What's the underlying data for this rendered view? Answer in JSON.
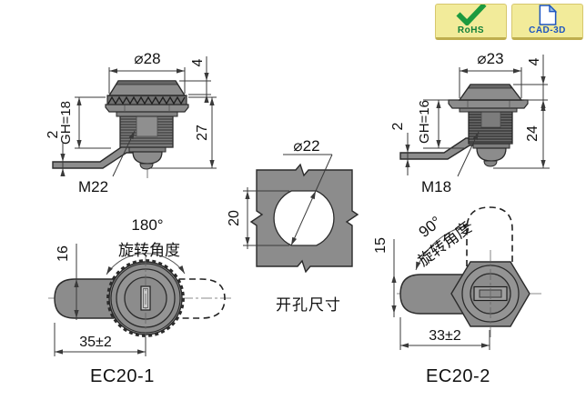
{
  "badges": {
    "rohs": {
      "label": "RoHS"
    },
    "cad3d": {
      "label": "CAD-3D"
    }
  },
  "views": {
    "side_left": {
      "diameter": "⌀28",
      "head_height": "4",
      "grip_height": "GH=18",
      "cam_thickness": "2",
      "total_height": "27",
      "thread": "M22"
    },
    "side_right": {
      "diameter": "⌀23",
      "head_height": "4",
      "grip_height": "GH=16",
      "cam_thickness": "2",
      "total_height": "24",
      "thread": "M18"
    },
    "cutout": {
      "diameter": "⌀22",
      "height": "20",
      "caption": "开孔尺寸"
    },
    "front_left": {
      "angle": "180°",
      "angle_label": "旋转角度",
      "cam_width": "16",
      "length": "35±2",
      "model": "EC20-1"
    },
    "front_right": {
      "angle": "90°",
      "angle_label": "旋转角度",
      "cam_width": "15",
      "length": "33±2",
      "model": "EC20-2"
    }
  },
  "colors": {
    "part_fill": "#8c8c8c",
    "outline": "#2b2b2b",
    "badge_bg": "#f2eb9a",
    "rohs_green": "#1c9a3f",
    "cad_blue": "#1d55c0"
  }
}
